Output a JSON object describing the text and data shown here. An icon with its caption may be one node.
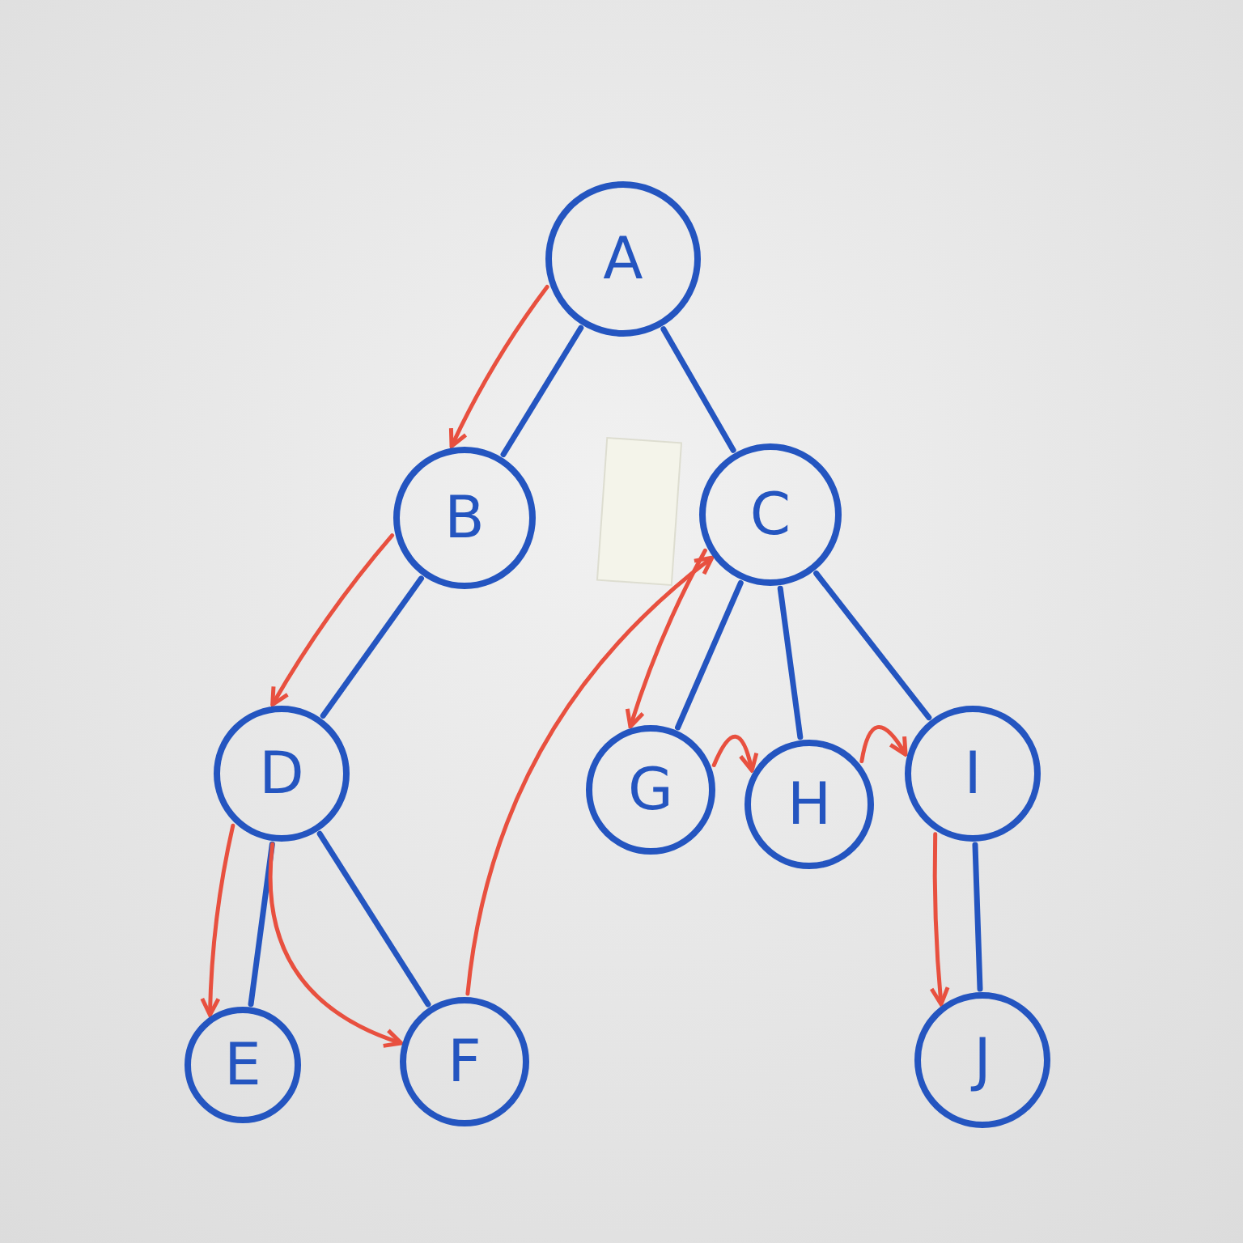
{
  "diagram": {
    "nodes": [
      {
        "text": [
          "A"
        ]
      },
      {
        "text": [
          "B"
        ]
      },
      {
        "text": [
          "C"
        ]
      },
      {
        "text": [
          "D"
        ]
      },
      {
        "text": [
          "G"
        ]
      },
      {
        "text": [
          "H"
        ]
      },
      {
        "text": [
          "I"
        ]
      },
      {
        "text": [
          "E"
        ]
      },
      {
        "text": [
          "F"
        ]
      },
      {
        "text": [
          "J"
        ]
      }
    ],
    "edges": [
      {
        "from": 0,
        "to": 1,
        "arrow": "none"
      },
      {
        "from": 0,
        "to": 2,
        "arrow": "none"
      },
      {
        "from": 1,
        "to": 3,
        "arrow": "none"
      },
      {
        "from": 2,
        "to": 4,
        "arrow": "none"
      },
      {
        "from": 2,
        "to": 5,
        "arrow": "none"
      },
      {
        "from": 2,
        "to": 6,
        "arrow": "none"
      },
      {
        "from": 3,
        "to": 7,
        "arrow": "none"
      },
      {
        "from": 3,
        "to": 8,
        "arrow": "none"
      },
      {
        "from": 6,
        "to": 9,
        "arrow": "none"
      },
      {
        "from": 0,
        "to": 1,
        "arrow": "to",
        "color": "#e8503f"
      },
      {
        "from": 1,
        "to": 3,
        "arrow": "to",
        "color": "#e8503f"
      },
      {
        "from": 3,
        "to": 7,
        "arrow": "to",
        "color": "#e8503f"
      },
      {
        "from": 3,
        "to": 8,
        "arrow": "to",
        "color": "#e8503f"
      },
      {
        "from": 8,
        "to": 2,
        "arrow": "to",
        "color": "#e8503f"
      },
      {
        "from": 2,
        "to": 4,
        "arrow": "to",
        "color": "#e8503f"
      },
      {
        "from": 4,
        "to": 5,
        "arrow": "to",
        "color": "#e8503f"
      },
      {
        "from": 5,
        "to": 6,
        "arrow": "to",
        "color": "#e8503f"
      },
      {
        "from": 6,
        "to": 9,
        "arrow": "to",
        "color": "#e8503f"
      }
    ]
  }
}
